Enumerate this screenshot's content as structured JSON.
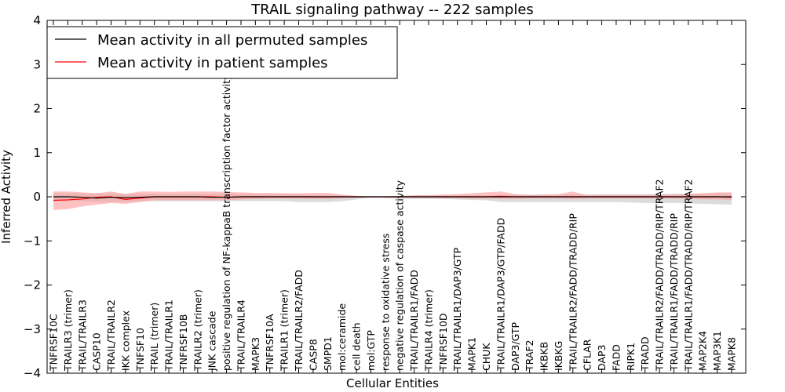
{
  "chart_data": {
    "type": "line",
    "title": "TRAIL signaling pathway -- 222 samples",
    "xlabel": "Cellular Entities",
    "ylabel": "Inferred Activity",
    "ylim": [
      -4,
      4
    ],
    "yticks": [
      "−4",
      "−3",
      "−2",
      "−1",
      "0",
      "1",
      "2",
      "3",
      "4"
    ],
    "yticks_values": [
      -4,
      -3,
      -2,
      -1,
      0,
      1,
      2,
      3,
      4
    ],
    "grid": false,
    "legend_position": "top-left",
    "categories": [
      "TNFRSF10C",
      "TRAILR3 (trimer)",
      "TRAIL/TRAILR3",
      "CASP10",
      "TRAIL/TRAILR2",
      "IKK complex",
      "TNFSF10",
      "TRAIL (trimer)",
      "TRAIL/TRAILR1",
      "TNFRSF10B",
      "TRAILR2 (trimer)",
      "JNK cascade",
      "positive regulation of NF-kappaB transcription factor activity",
      "TRAIL/TRAILR4",
      "MAPK3",
      "TNFRSF10A",
      "TRAILR1 (trimer)",
      "TRAIL/TRAILR2/FADD",
      "CASP8",
      "SMPD1",
      "mol:ceramide",
      "cell death",
      "mol:GTP",
      "response to oxidative stress",
      "negative regulation of caspase activity",
      "TRAIL/TRAILR1/FADD",
      "TRAILR4 (trimer)",
      "TNFRSF10D",
      "TRAIL/TRAILR1/DAP3/GTP",
      "MAPK1",
      "CHUK",
      "TRAIL/TRAILR1/DAP3/GTP/FADD",
      "DAP3/GTP",
      "TRAF2",
      "IKBKB",
      "IKBKG",
      "TRAIL/TRAILR2/FADD/TRADD/RIP",
      "CFLAR",
      "DAP3",
      "FADD",
      "RIPK1",
      "TRADD",
      "TRAIL/TRAILR2/FADD/TRADD/RIP/TRAF2",
      "TRAIL/TRAILR1/FADD/TRADD/RIP",
      "TRAIL/TRAILR1/FADD/TRADD/RIP/TRAF2",
      "MAP2K4",
      "MAP3K1",
      "MAPK8"
    ],
    "series": [
      {
        "name": "Mean activity in all permuted samples",
        "color": "#000000",
        "band_color": "#bfbfbf",
        "values": [
          0.0,
          0.0,
          -0.01,
          -0.03,
          -0.01,
          -0.02,
          -0.01,
          0.0,
          0.0,
          0.0,
          0.0,
          -0.01,
          -0.01,
          0.0,
          0.0,
          0.0,
          0.0,
          0.0,
          0.0,
          0.0,
          0.0,
          0.0,
          0.0,
          0.0,
          0.0,
          0.0,
          0.0,
          0.0,
          0.0,
          0.0,
          0.0,
          0.0,
          0.0,
          0.0,
          0.0,
          0.0,
          0.0,
          0.0,
          0.0,
          0.0,
          0.0,
          0.0,
          0.0,
          0.0,
          0.0,
          0.0,
          0.0,
          0.0
        ],
        "lower": [
          -0.1,
          -0.1,
          -0.1,
          -0.12,
          -0.12,
          -0.12,
          -0.1,
          -0.1,
          -0.1,
          -0.1,
          -0.1,
          -0.1,
          -0.1,
          -0.1,
          -0.1,
          -0.1,
          -0.1,
          -0.12,
          -0.12,
          -0.12,
          -0.1,
          -0.06,
          -0.02,
          -0.03,
          -0.05,
          -0.05,
          -0.05,
          -0.05,
          -0.06,
          -0.07,
          -0.08,
          -0.12,
          -0.12,
          -0.12,
          -0.12,
          -0.12,
          -0.12,
          -0.12,
          -0.12,
          -0.12,
          -0.13,
          -0.14,
          -0.14,
          -0.14,
          -0.15,
          -0.16,
          -0.17,
          -0.18
        ],
        "upper": [
          0.08,
          0.08,
          0.08,
          0.07,
          0.08,
          0.07,
          0.07,
          0.07,
          0.07,
          0.07,
          0.07,
          0.07,
          0.07,
          0.07,
          0.06,
          0.06,
          0.06,
          0.05,
          0.04,
          0.04,
          0.03,
          0.02,
          0.01,
          0.01,
          0.02,
          0.03,
          0.03,
          0.03,
          0.04,
          0.04,
          0.04,
          0.05,
          0.05,
          0.05,
          0.05,
          0.05,
          0.06,
          0.06,
          0.06,
          0.06,
          0.06,
          0.06,
          0.06,
          0.07,
          0.07,
          0.07,
          0.08,
          0.08
        ]
      },
      {
        "name": "Mean activity in patient samples",
        "color": "#ff0000",
        "band_color": "#ff9a9a",
        "values": [
          -0.08,
          -0.07,
          -0.05,
          -0.01,
          0.0,
          -0.06,
          -0.03,
          0.0,
          0.0,
          0.0,
          0.0,
          0.0,
          -0.01,
          0.0,
          0.0,
          0.0,
          0.0,
          0.0,
          0.0,
          0.0,
          0.0,
          0.0,
          0.0,
          0.0,
          0.0,
          0.0,
          0.0,
          0.0,
          0.0,
          0.0,
          0.0,
          0.01,
          0.0,
          0.0,
          0.0,
          0.0,
          0.0,
          0.0,
          0.0,
          0.0,
          0.0,
          0.0,
          0.0,
          0.0,
          0.0,
          0.0,
          0.0,
          -0.01
        ],
        "lower": [
          -0.3,
          -0.28,
          -0.22,
          -0.18,
          -0.14,
          -0.16,
          -0.12,
          -0.08,
          -0.08,
          -0.08,
          -0.08,
          -0.08,
          -0.08,
          -0.06,
          -0.05,
          -0.04,
          -0.04,
          -0.04,
          -0.05,
          -0.05,
          -0.03,
          -0.02,
          0.0,
          0.0,
          -0.01,
          -0.02,
          -0.02,
          -0.03,
          -0.03,
          -0.04,
          -0.04,
          -0.05,
          -0.05,
          -0.04,
          -0.04,
          -0.04,
          -0.05,
          -0.04,
          -0.04,
          -0.04,
          -0.04,
          -0.04,
          -0.04,
          -0.04,
          -0.05,
          -0.06,
          -0.06,
          -0.07
        ],
        "upper": [
          0.12,
          0.12,
          0.1,
          0.08,
          0.12,
          0.06,
          0.12,
          0.12,
          0.11,
          0.12,
          0.12,
          0.12,
          0.11,
          0.1,
          0.09,
          0.09,
          0.08,
          0.08,
          0.09,
          0.09,
          0.05,
          0.02,
          0.0,
          0.0,
          0.02,
          0.03,
          0.04,
          0.05,
          0.06,
          0.08,
          0.1,
          0.12,
          0.06,
          0.04,
          0.05,
          0.06,
          0.12,
          0.03,
          0.04,
          0.04,
          0.04,
          0.04,
          0.05,
          0.05,
          0.06,
          0.08,
          0.1,
          0.1
        ]
      }
    ]
  }
}
